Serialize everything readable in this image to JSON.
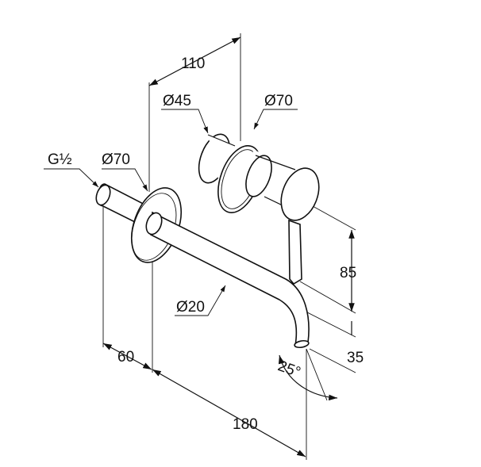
{
  "drawing": {
    "labels": {
      "width_110": "110",
      "dia_body": "Ø45",
      "dia_rosette_right": "Ø70",
      "dia_rosette_left": "Ø70",
      "thread": "G½",
      "dia_spout": "Ø20",
      "height_85": "85",
      "height_35": "35",
      "depth_60": "60",
      "projection_180": "180",
      "angle": "25°"
    }
  }
}
